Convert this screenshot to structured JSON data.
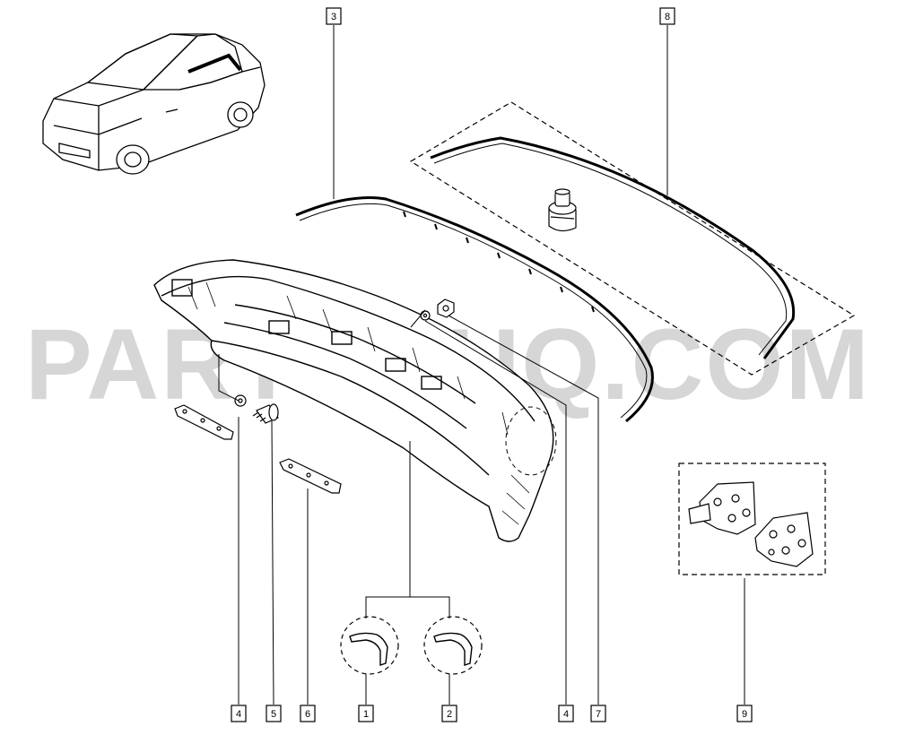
{
  "watermark": "PARTSOUQ.COM",
  "callouts": [
    {
      "id": "c4a",
      "label": "4"
    },
    {
      "id": "c5",
      "label": "5"
    },
    {
      "id": "c6",
      "label": "6"
    },
    {
      "id": "c1",
      "label": "1"
    },
    {
      "id": "c2",
      "label": "2"
    },
    {
      "id": "c4b",
      "label": "4"
    },
    {
      "id": "c7",
      "label": "7"
    },
    {
      "id": "c9",
      "label": "9"
    },
    {
      "id": "c3",
      "label": "3"
    },
    {
      "id": "c8",
      "label": "8"
    }
  ]
}
